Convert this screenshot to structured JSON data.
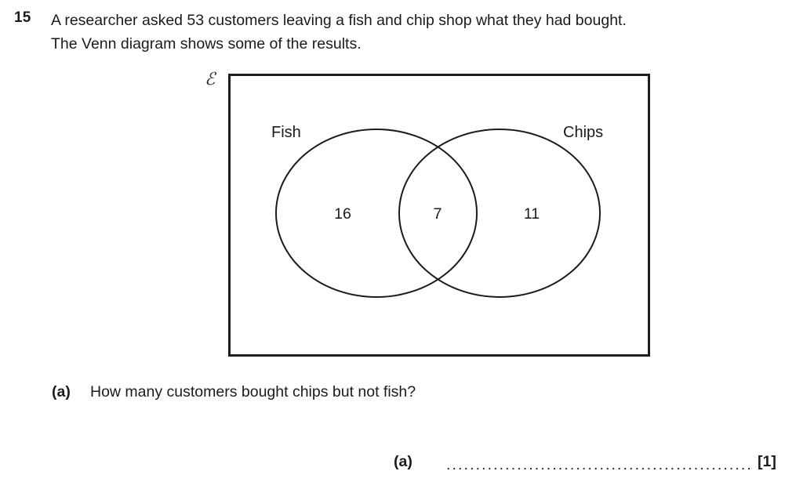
{
  "question": {
    "number": "15",
    "text_lines": [
      "A researcher asked 53 customers leaving a fish and chip shop what they had bought.",
      "The Venn diagram shows some of the results."
    ]
  },
  "venn": {
    "universal_symbol": "ℰ",
    "left_set_label": "Fish",
    "right_set_label": "Chips",
    "left_only_count": "16",
    "intersection_count": "7",
    "right_only_count": "11",
    "stroke_color": "#1b1b1b",
    "rect_stroke_color": "#1f1f1f"
  },
  "parts": {
    "a": {
      "label": "(a)",
      "text": "How many customers bought chips but not fish?"
    }
  },
  "answer": {
    "part_label": "(a)",
    "dotted_line": "...........................................................",
    "marks": "[1]"
  }
}
